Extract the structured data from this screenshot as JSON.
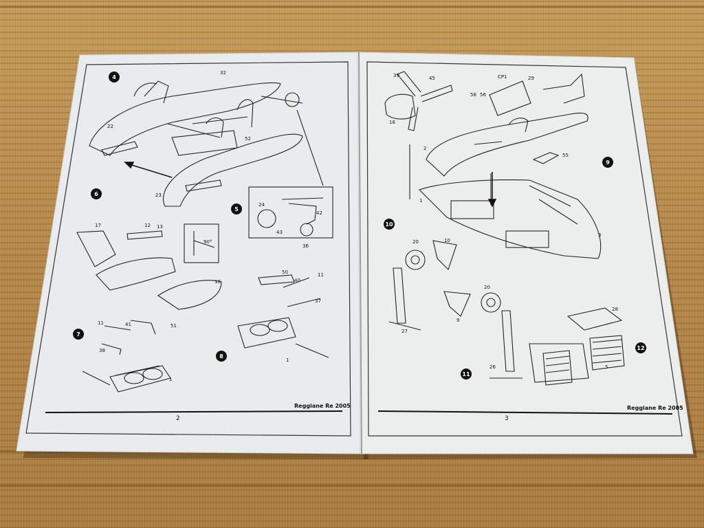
{
  "left_page": {
    "footer_title": "Reggiane Re 2005",
    "page_number": "2",
    "steps": [
      "4",
      "5",
      "6",
      "7",
      "8"
    ],
    "part_numbers": [
      "32",
      "22",
      "23",
      "24",
      "52",
      "42",
      "43",
      "36",
      "17",
      "12",
      "13",
      "18",
      "11",
      "41",
      "51",
      "38",
      "1",
      "50",
      "40",
      "11",
      "37",
      "1"
    ],
    "angle_label": "90°"
  },
  "right_page": {
    "footer_title": "Reggiane Re 2005",
    "page_number": "3",
    "steps": [
      "9",
      "10",
      "11",
      "12"
    ],
    "part_numbers": [
      "39",
      "45",
      "16",
      "CP1",
      "29",
      "56",
      "56",
      "2",
      "55",
      "1",
      "3",
      "20",
      "10",
      "27",
      "20",
      "9",
      "26",
      "28",
      "5"
    ]
  }
}
